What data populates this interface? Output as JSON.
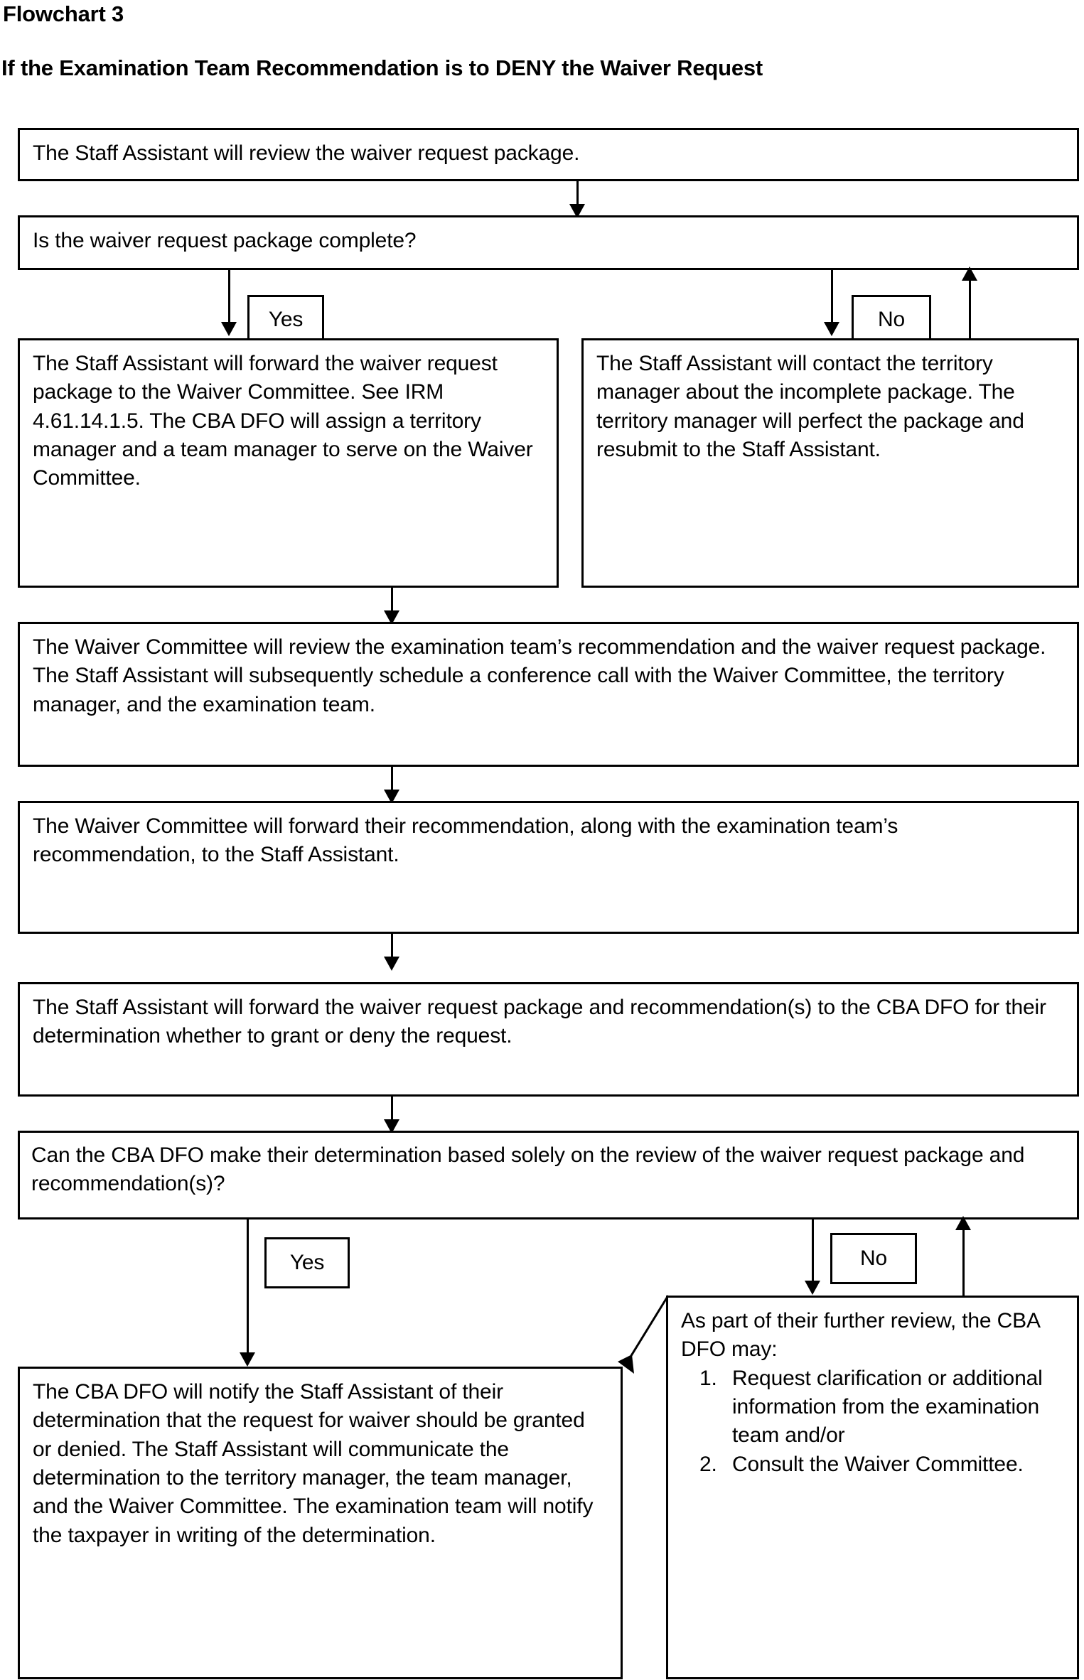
{
  "header": {
    "flowchart_label": "Flowchart 3",
    "subtitle": "If the Examination Team Recommendation is to DENY the Waiver Request"
  },
  "labels": {
    "yes": "Yes",
    "no": "No"
  },
  "nodes": {
    "staff_review": "The Staff Assistant will review the waiver request package.",
    "package_complete_q": "Is the waiver request package complete?",
    "forward_to_committee": "The Staff Assistant will forward the waiver request package to the Waiver Committee. See IRM 4.61.14.1.5. The CBA DFO will assign a territory manager and a team manager to serve on the Waiver Committee.",
    "contact_territory_manager": "The Staff Assistant will contact the territory manager about the incomplete package.  The territory manager will perfect the package and resubmit to the Staff Assistant.",
    "committee_review": "The Waiver Committee will review the examination team’s recommendation and the waiver request package.  The Staff Assistant will subsequently schedule a conference call with the Waiver Committee, the territory manager, and the examination team.",
    "committee_forward": "The Waiver Committee will forward their recommendation, along with the examination team’s recommendation, to the Staff Assistant.",
    "forward_to_dfo": "The Staff Assistant will forward the waiver request package and recommendation(s) to the CBA DFO for their determination whether to grant or deny the request.",
    "dfo_determination_q": "Can the CBA DFO make their determination based solely on the review of the waiver request package and recommendation(s)?",
    "dfo_notify": "The CBA DFO will notify the Staff Assistant of their determination that the request for waiver should be granted or denied.  The Staff Assistant will communicate the determination to the territory manager, the team manager, and the Waiver Committee. The examination team will notify the taxpayer in writing of the determination.",
    "further_review_intro": "As part of their further review, the CBA DFO may:",
    "further_review_steps": [
      {
        "num": "1.",
        "text": "Request clarification or additional information from the examination team and/or"
      },
      {
        "num": "2.",
        "text": "Consult the Waiver Committee."
      }
    ]
  },
  "colors": {
    "ink": "#000000",
    "paper": "#ffffff"
  }
}
